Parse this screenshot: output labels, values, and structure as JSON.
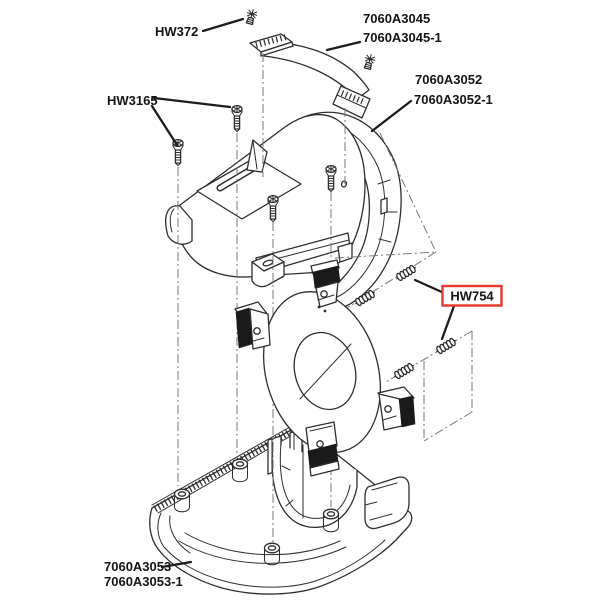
{
  "diagram": {
    "type": "exploded-parts-diagram",
    "highlighted_part": "HW754",
    "labels": {
      "hw372": "HW372",
      "p3045_line1": "7060A3045",
      "p3045_line2": "7060A3045-1",
      "p3052_line1": "7060A3052",
      "p3052_line2": "7060A3052-1",
      "hw3165": "HW3165",
      "hw754": "HW754",
      "p3053_line1": "7060A3053",
      "p3053_line2": "7060A3053-1"
    },
    "colors": {
      "line": "#2e2e2e",
      "construction_line": "#777777",
      "highlight": "#e8392b",
      "pad": "#1a1a1a",
      "text": "#141414",
      "background": "#ffffff"
    }
  }
}
